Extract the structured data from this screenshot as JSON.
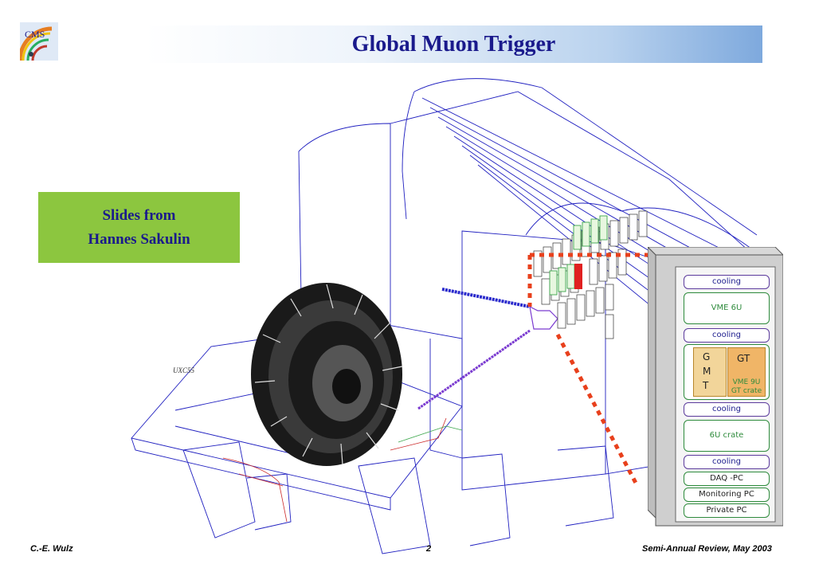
{
  "slide": {
    "title": "Global Muon Trigger",
    "box_line1": "Slides from",
    "box_line2": "Hannes Sakulin",
    "cavern_label": "UXC55",
    "logo_text": "CMS"
  },
  "rack": {
    "cooling1": "cooling",
    "vme6u": "VME 6U",
    "cooling2": "cooling",
    "gmt_g": "G",
    "gmt_m": "M",
    "gmt_t": "T",
    "gt": "GT",
    "vme9u": "VME 9U",
    "gt_crate": "GT crate",
    "cooling3": "cooling",
    "crate6u": "6U crate",
    "cooling4": "cooling",
    "daq_pc": "DAQ -PC",
    "monitoring_pc": "Monitoring PC",
    "private_pc": "Private PC"
  },
  "footer": {
    "author": "C.-E. Wulz",
    "page": "2",
    "event": "Semi-Annual Review, May 2003"
  },
  "colors": {
    "title": "#1a1a8c",
    "box_bg": "#8cc63f",
    "line": "#2020c0",
    "dotted": "#e8401c",
    "rack_green": "#2e8b3c"
  }
}
